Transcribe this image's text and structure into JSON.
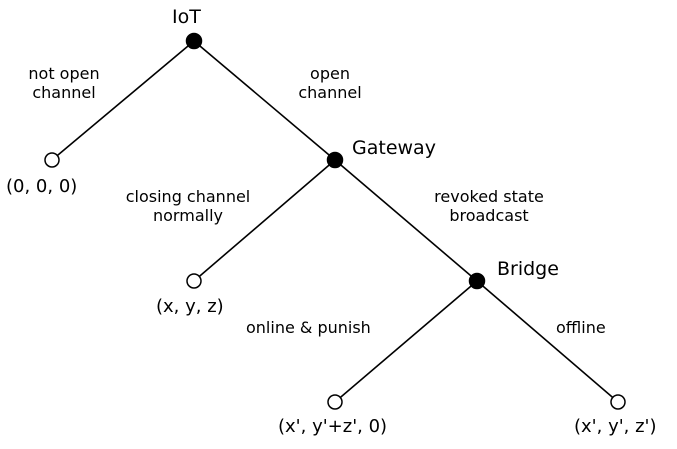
{
  "nodes": {
    "iot": "IoT",
    "gateway": "Gateway",
    "bridge": "Bridge"
  },
  "edges": {
    "not_open_channel": [
      "not open",
      "channel"
    ],
    "open_channel": [
      "open",
      "channel"
    ],
    "closing_channel_normally": [
      "closing channel",
      "normally"
    ],
    "revoked_state_broadcast": [
      "revoked state",
      "broadcast"
    ],
    "online_punish": "online & punish",
    "offline": "offline"
  },
  "payoffs": {
    "p1": "(0, 0, 0)",
    "p2": "(x, y, z)",
    "p3": "(x', y'+z', 0)",
    "p4": "(x', y', z')"
  },
  "colors": {
    "decision_node_fill": "#000000",
    "terminal_node_fill": "#ffffff",
    "line": "#000000"
  }
}
